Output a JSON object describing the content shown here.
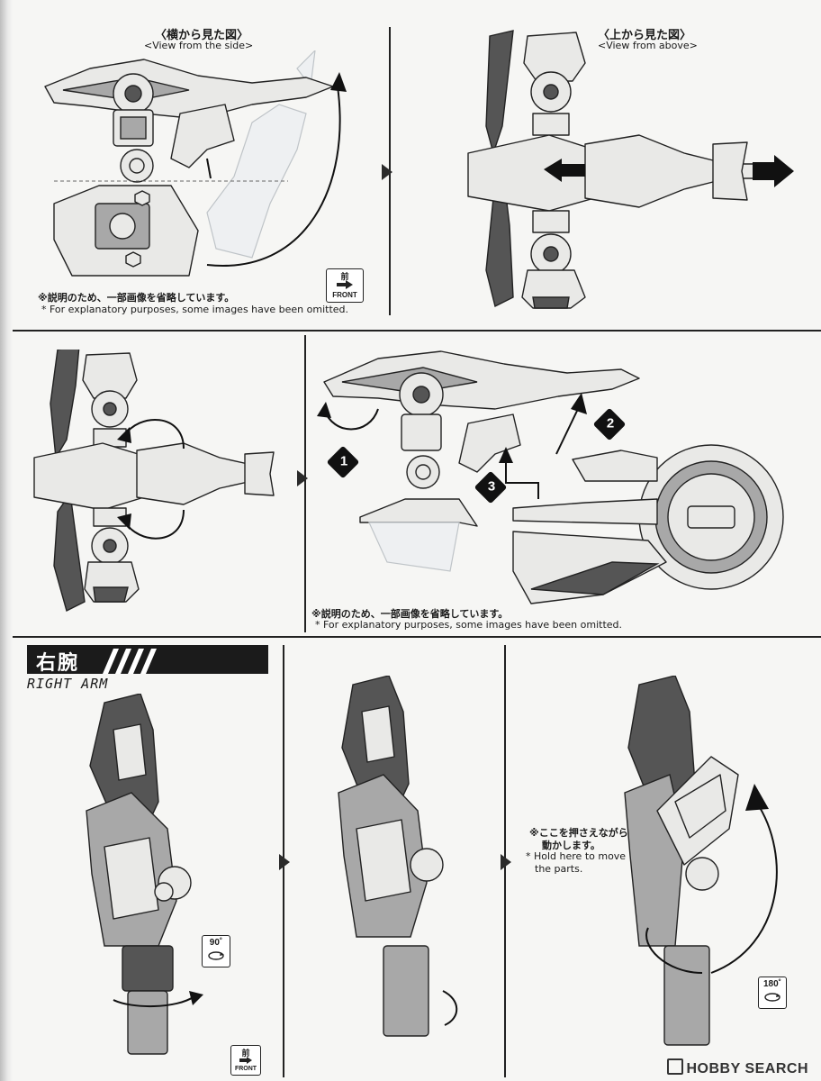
{
  "panels": {
    "side_view": {
      "title_jp": "〈横から見た図〉",
      "title_en": "<View from the side>"
    },
    "top_view": {
      "title_jp": "〈上から見た図〉",
      "title_en": "<View from above>"
    }
  },
  "notes": {
    "omit_jp": "※説明のため、一部画像を省略しています。",
    "omit_en": "* For explanatory purposes, some images have been omitted.",
    "hold_jp_1": "※ここを押さえながら",
    "hold_jp_2": "動かします。",
    "hold_en_1": "* Hold here to move",
    "hold_en_2": "the parts."
  },
  "front_badge": {
    "jp": "前",
    "en": "FRONT"
  },
  "rotations": {
    "r90": "90˚",
    "r180": "180˚"
  },
  "steps": [
    "1",
    "2",
    "3"
  ],
  "section": {
    "title_jp": "右腕",
    "title_en": "RIGHT ARM"
  },
  "watermark": "HOBBY SEARCH",
  "colors": {
    "ink": "#1a1a1a",
    "paper": "#f6f6f4",
    "bar": "#1b1b1b"
  }
}
